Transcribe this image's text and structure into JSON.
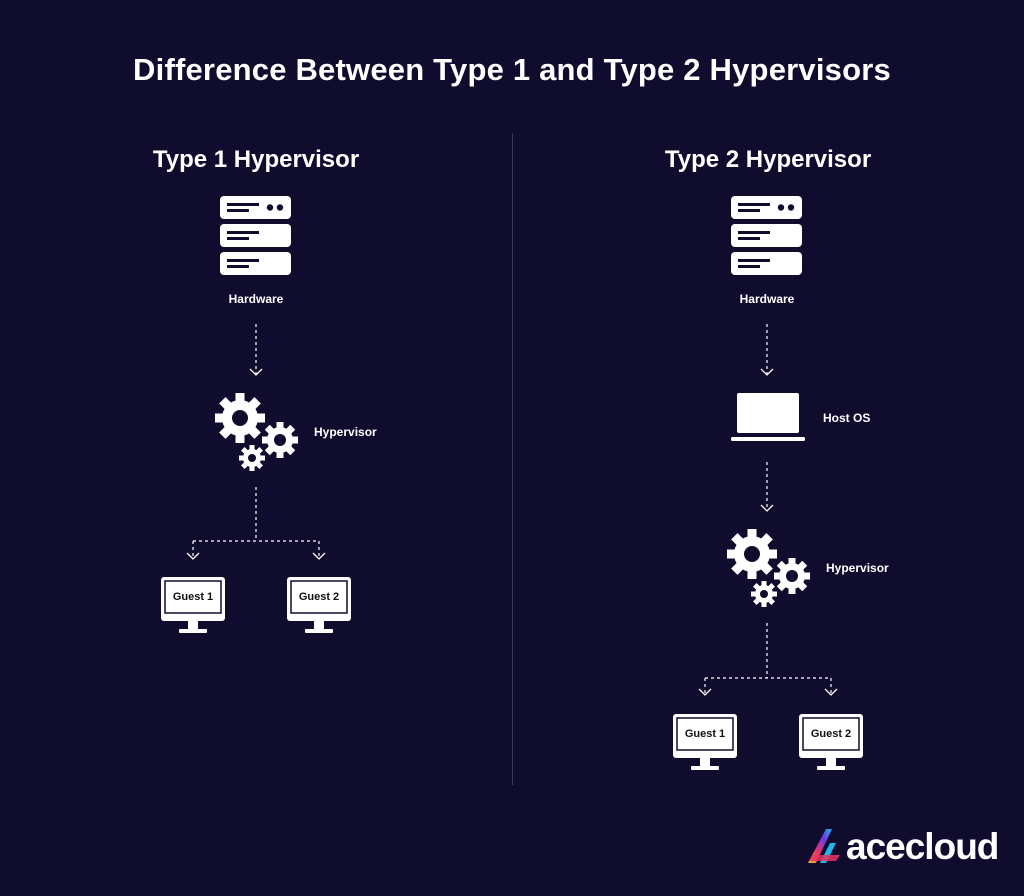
{
  "title": "Difference Between Type 1 and Type 2 Hypervisors",
  "type1": {
    "heading": "Type 1 Hypervisor",
    "hardware_label": "Hardware",
    "hypervisor_label": "Hypervisor",
    "guest1_label": "Guest 1",
    "guest2_label": "Guest 2"
  },
  "type2": {
    "heading": "Type 2 Hypervisor",
    "hardware_label": "Hardware",
    "host_os_label": "Host OS",
    "hypervisor_label": "Hypervisor",
    "guest1_label": "Guest 1",
    "guest2_label": "Guest 2"
  },
  "logo": {
    "text": "acecloud",
    "icon": "ace-logo-mark"
  },
  "colors": {
    "background": "#0f0c2e",
    "foreground": "#ffffff",
    "divider": "#3b3860"
  }
}
